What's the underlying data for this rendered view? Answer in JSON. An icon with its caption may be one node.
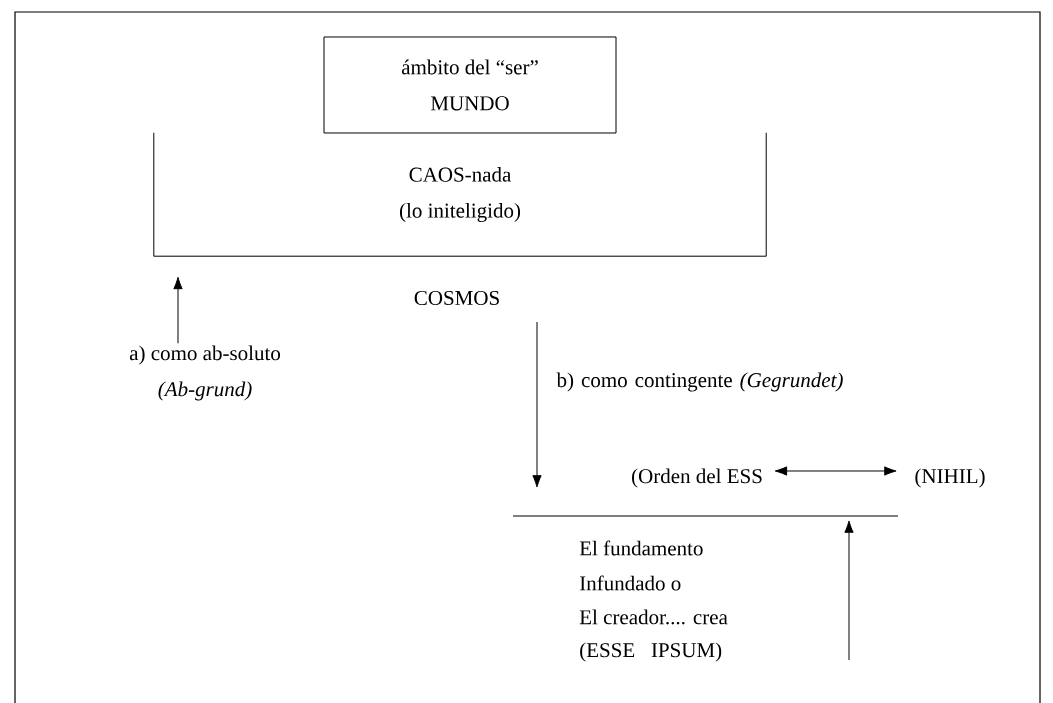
{
  "diagram": {
    "nodes": [
      {
        "text": [
          "ámbito del “ser”",
          "MUNDO"
        ]
      },
      {
        "text": [
          "CAOS-nada",
          "(lo initeligido)"
        ]
      },
      {
        "text": [
          "COSMOS"
        ]
      },
      {
        "text": [
          "a) como ab-soluto",
          "(Ab-grund)"
        ]
      },
      {
        "text": [
          "(Orden del ESS"
        ]
      },
      {
        "text": [
          "(NIHIL)"
        ]
      },
      {
        "text": [],
        "shape": "bar"
      }
    ],
    "edges": [
      {
        "from": 3,
        "to": 1,
        "arrow": "to"
      },
      {
        "from": null,
        "to": 6,
        "arrow": "to",
        "label": "b) como contingente *(Gegrundet)*"
      },
      {
        "from": null,
        "to": 6,
        "arrow": "to"
      },
      {
        "from": 4,
        "to": 5,
        "arrow": "both"
      }
    ],
    "labels": [
      "El fundamento",
      "Infundado o",
      "El creador.... crea",
      "(ESSE   IPSUM)"
    ]
  }
}
